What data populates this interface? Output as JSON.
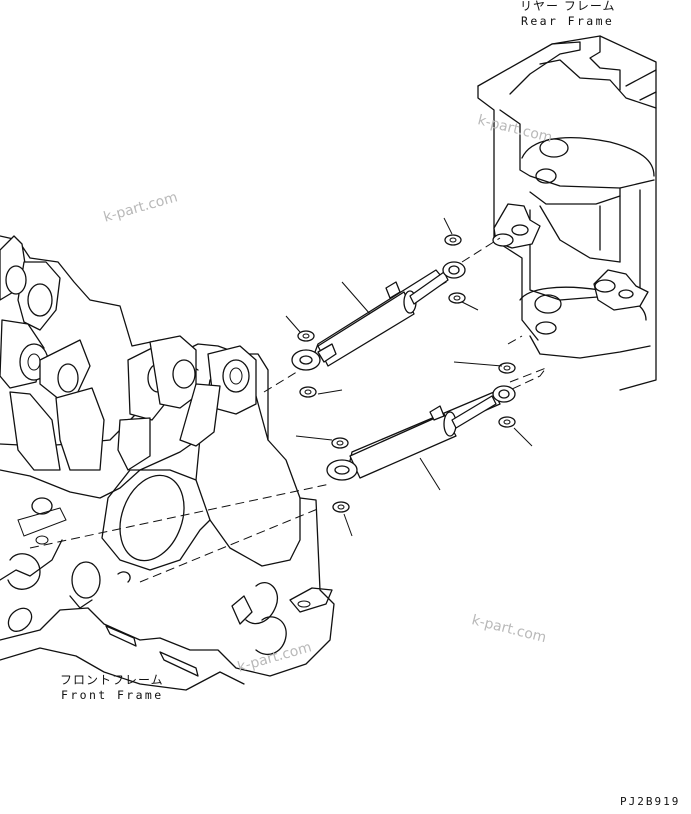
{
  "labels": {
    "rear_frame_jp": "リヤー フレーム",
    "rear_frame_en": "Rear Frame",
    "front_frame_jp": "フロントフレーム",
    "front_frame_en": "Front Frame"
  },
  "watermark": "k-part.com",
  "drawing_code": "PJ2B919"
}
